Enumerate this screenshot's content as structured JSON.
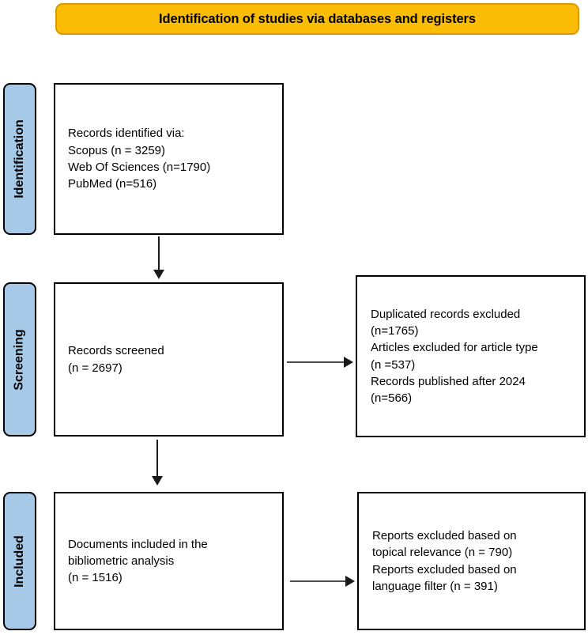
{
  "header": {
    "title": "Identification of studies via databases and registers",
    "background_color": "#FBBC05",
    "border_color": "#D99A00",
    "text_color": "#000000"
  },
  "stages": {
    "identification": {
      "label": "Identification",
      "color": "#A6C9E8"
    },
    "screening": {
      "label": "Screening",
      "color": "#A6C9E8"
    },
    "included": {
      "label": "Included",
      "color": "#A6C9E8"
    }
  },
  "boxes": {
    "records_identified": {
      "text": "Records identified via:\nScopus (n = 3259)\nWeb Of Sciences (n=1790)\nPubMed (n=516)"
    },
    "records_screened": {
      "text": "Records screened\n(n = 2697)"
    },
    "records_excluded_screening": {
      "text": "Duplicated records excluded\n(n=1765)\nArticles excluded for article type\n(n =537)\nRecords published after 2024\n(n=566)"
    },
    "documents_included": {
      "text": "Documents included in the\nbibliometric analysis\n(n = 1516)"
    },
    "reports_excluded_included": {
      "text": "Reports excluded based on\ntopical relevance (n = 790)\nReports excluded based on\nlanguage filter (n = 391)"
    }
  },
  "counts": {
    "scopus": 3259,
    "web_of_sciences": 1790,
    "pubmed": 516,
    "records_screened": 2697,
    "duplicated_records_excluded": 1765,
    "articles_excluded_article_type": 537,
    "records_published_after_2024": 566,
    "documents_included": 1516,
    "reports_excluded_topical_relevance": 790,
    "reports_excluded_language_filter": 391
  }
}
